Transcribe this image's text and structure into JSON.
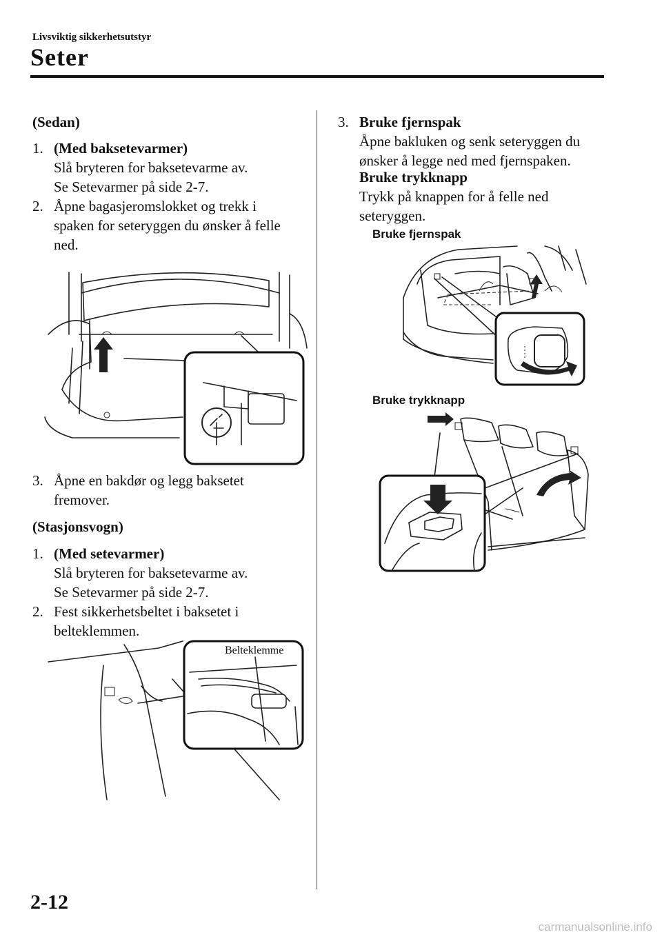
{
  "header": {
    "section": "Livsviktig sikkerhetsutstyr",
    "title": "Seter"
  },
  "left": {
    "sedan_heading": "(Sedan)",
    "s1_num": "1.",
    "s1_title": "(Med baksetevarmer)",
    "s1_l1": "Slå bryteren for baksetevarme av.",
    "s1_l2": "Se Setevarmer på side 2-7.",
    "s2_num": "2.",
    "s2_l1": "Åpne bagasjeromslokket og trekk i",
    "s2_l2": "spaken for seteryggen du ønsker å felle",
    "s2_l3": "ned.",
    "s3_num": "3.",
    "s3_l1": "Åpne en bakdør og legg baksetet",
    "s3_l2": "fremover.",
    "wagon_heading": "(Stasjonsvogn)",
    "w1_num": "1.",
    "w1_title": "(Med setevarmer)",
    "w1_l1": "Slå bryteren for baksetevarme av.",
    "w1_l2": "Se Setevarmer på side 2-7.",
    "w2_num": "2.",
    "w2_l1": "Fest sikkerhetsbeltet i baksetet i",
    "w2_l2": "belteklemmen.",
    "callout_belteklemme": "Belteklemme"
  },
  "right": {
    "r3_num": "3.",
    "r3_title": "Bruke fjernspak",
    "r3_l1": "Åpne bakluken og senk seteryggen du",
    "r3_l2": "ønsker å legge ned med fjernspaken.",
    "r3_sub_title": "Bruke trykknapp",
    "r3_l3": "Trykk på knappen for å felle ned",
    "r3_l4": "seteryggen.",
    "fig_label_lever": "Bruke fjernspak",
    "fig_label_button": "Bruke trykknapp"
  },
  "footer": {
    "page_number": "2-12",
    "brand": "carmanualsonline.info"
  }
}
